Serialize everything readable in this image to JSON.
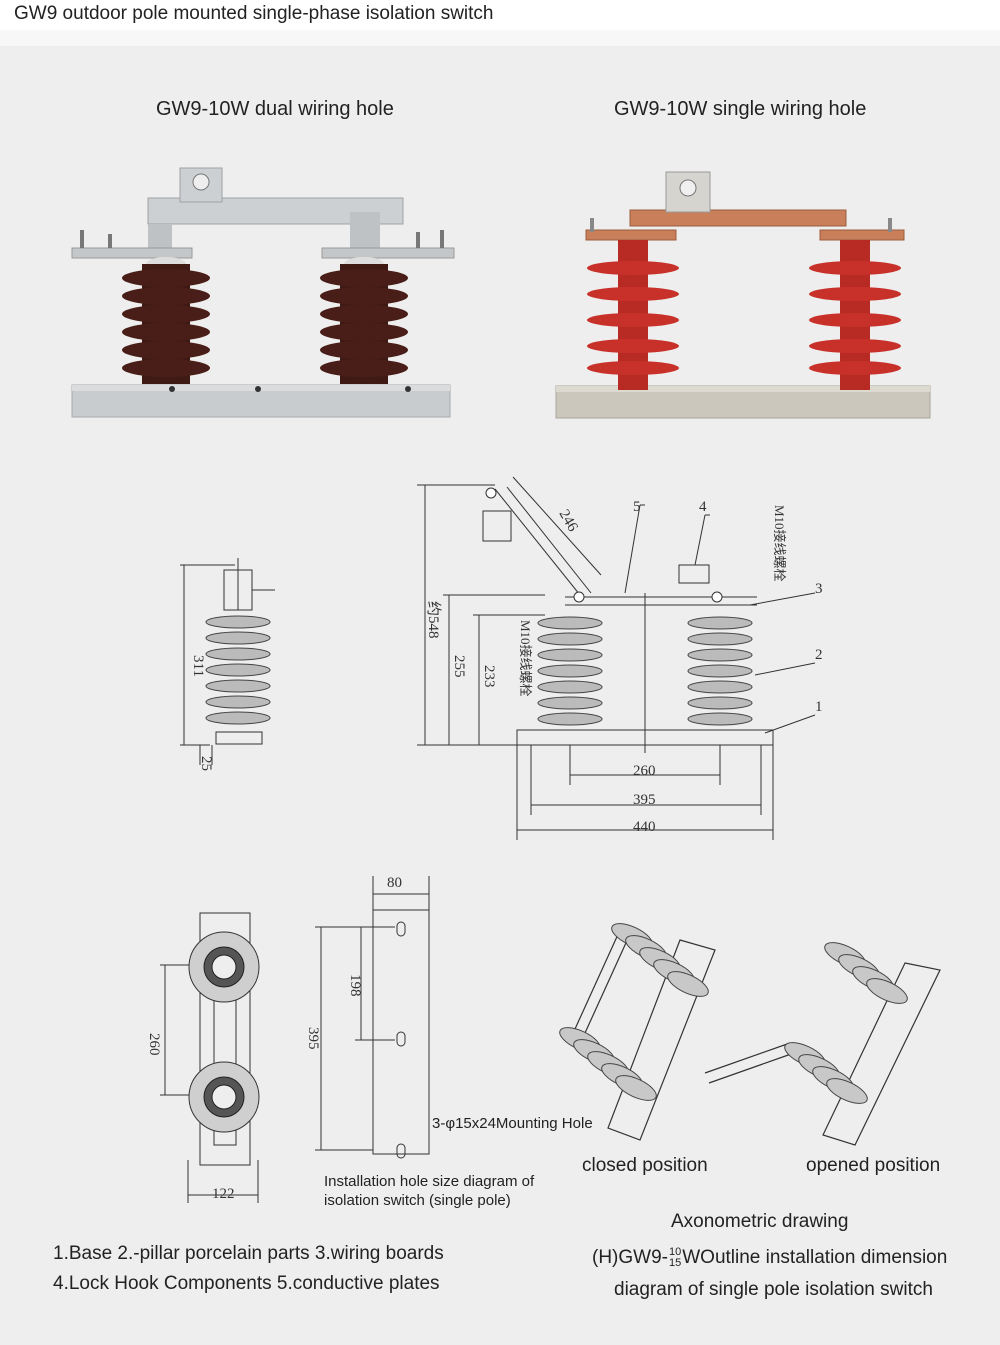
{
  "header": {
    "title": "GW9 outdoor pole mounted single-phase isolation switch"
  },
  "photos": {
    "left_caption": "GW9-10W dual wiring hole",
    "right_caption": "GW9-10W single wiring hole"
  },
  "side_view": {
    "height": "311",
    "base": "25"
  },
  "front_view": {
    "dim_246": "246",
    "dim_total": "约548",
    "dim_255": "255",
    "dim_233": "233",
    "dim_260": "260",
    "dim_395": "395",
    "dim_440": "440",
    "bolt_label_right": "M10接线螺栓",
    "bolt_label_left": "M10接线螺栓",
    "callouts": [
      "1",
      "2",
      "3",
      "4",
      "5"
    ]
  },
  "top_view": {
    "height": "260",
    "width": "122"
  },
  "base_plate": {
    "width": "80",
    "hole_spacing": "198",
    "length": "395",
    "hole_label": "3-φ15x24Mounting Hole",
    "caption_line1": "Installation hole size diagram of",
    "caption_line2": "isolation switch (single pole)"
  },
  "axonometric": {
    "closed": "closed position",
    "opened": "opened position",
    "title": "Axonometric drawing"
  },
  "legend": {
    "line1": "1.Base  2.-pillar porcelain parts  3.wiring boards",
    "line2": "4.Lock Hook Components  5.conductive plates"
  },
  "outline": {
    "prefix": "(H)GW9-",
    "sup": "10",
    "sub": "15",
    "suffix": "WOutline installation dimension",
    "line2": "diagram of single pole isolation switch"
  },
  "colors": {
    "porcelain_brown": "#4a1e18",
    "composite_red": "#c8312a",
    "metal": "#c9ccce",
    "copper": "#c9805a"
  }
}
